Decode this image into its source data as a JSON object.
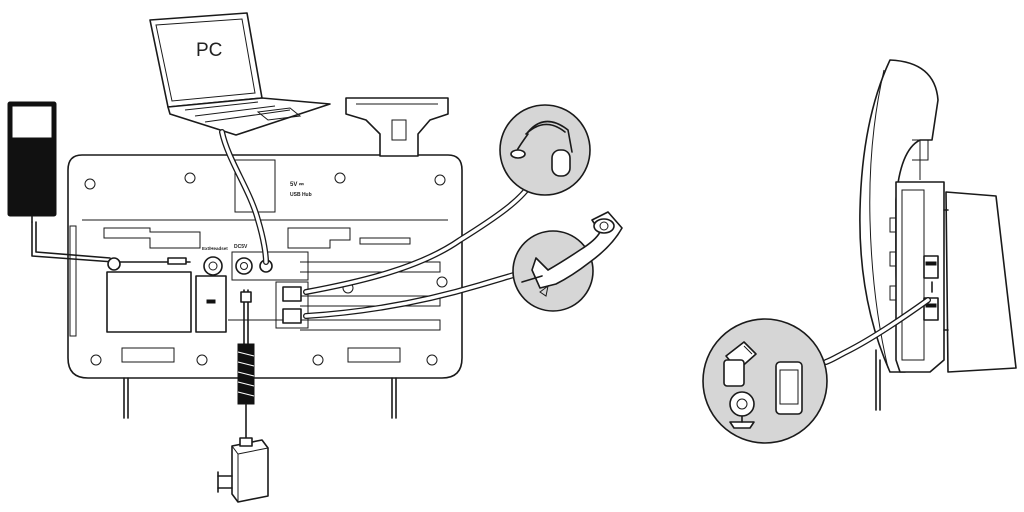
{
  "laptop": {
    "label": "PC"
  },
  "phone_back": {
    "usb_label": "5V ⎓",
    "usb_sub_label": "USB Hub",
    "ehs_label": "Ext/Headset",
    "dc_label": "DC5V"
  },
  "colors": {
    "line": "#1a1a1a",
    "callout_fill": "#d6d6d6",
    "adapter_fill": "#111111"
  },
  "icons": [
    "laptop-icon",
    "power-adapter-icon",
    "headset-icon",
    "handset-icon",
    "usb-flash-drive-icon",
    "mobile-phone-icon",
    "usb-camera-icon",
    "wall-adapter-icon"
  ]
}
